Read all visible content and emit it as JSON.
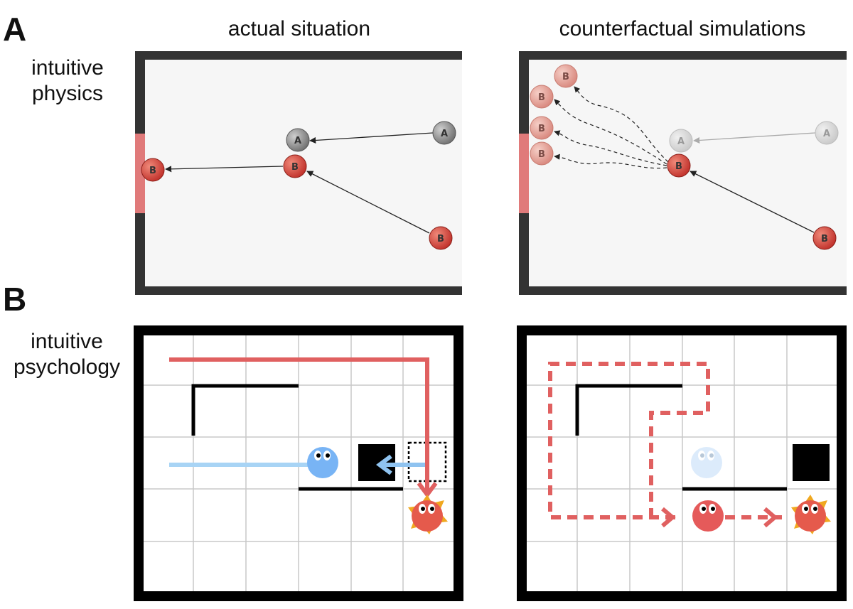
{
  "panels": {
    "a": {
      "letter": "A"
    },
    "b": {
      "letter": "B"
    }
  },
  "columns": {
    "left": "actual situation",
    "right": "counterfactual simulations"
  },
  "rows": {
    "physics": [
      "intuitive",
      "physics"
    ],
    "psychology": [
      "intuitive",
      "psychology"
    ]
  },
  "balls": {
    "a_label": "A",
    "b_label": "B"
  },
  "colors": {
    "wall": "#333333",
    "goal": "#e07a7a",
    "ball_a": "#8a8a8a",
    "ball_b": "#d8453a",
    "red_agent_path": "#e06060",
    "blue_agent_path": "#8fc3f0",
    "star": "#f0a820"
  }
}
